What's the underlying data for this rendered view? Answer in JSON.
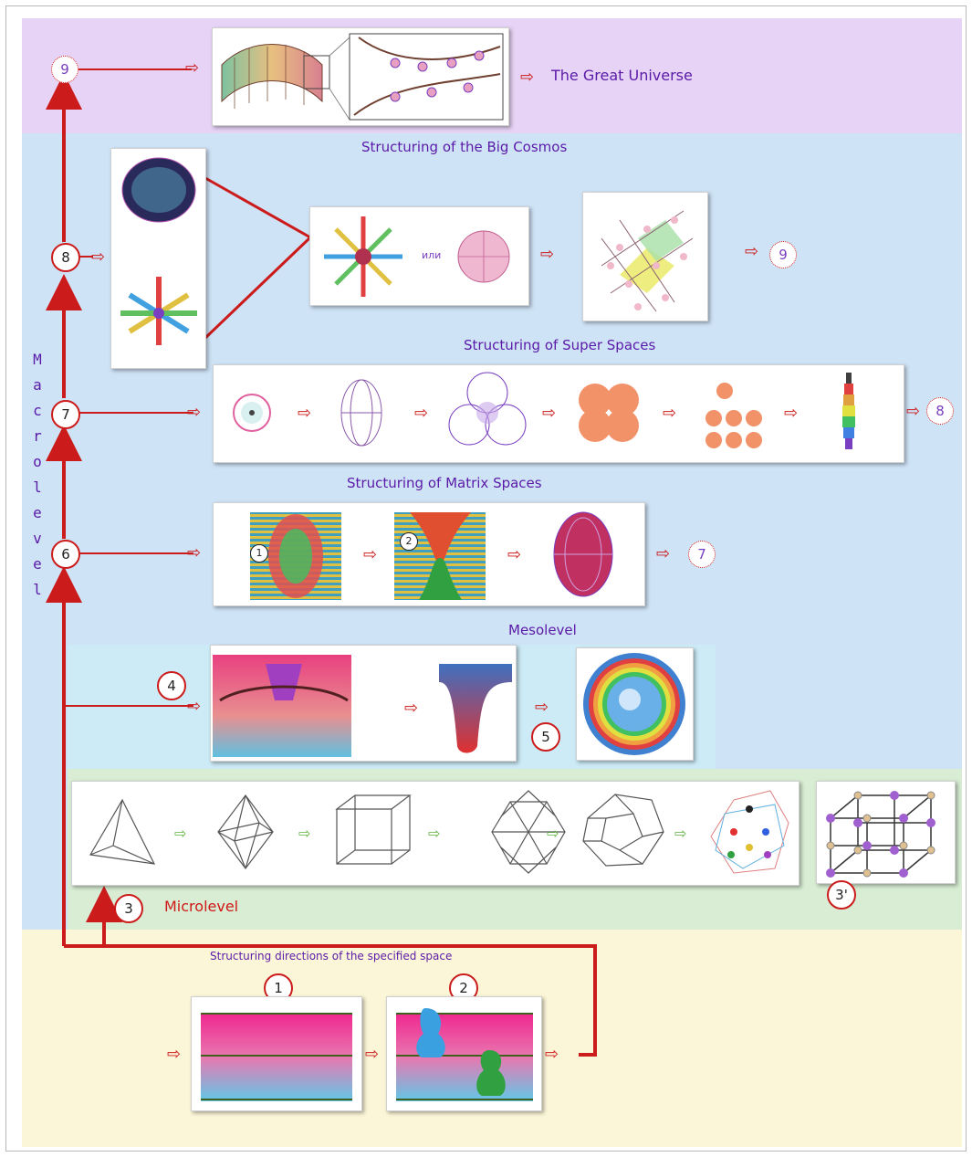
{
  "levels": {
    "great_universe": "The Great Universe",
    "big_cosmos": "Structuring of the Big Cosmos",
    "super_spaces": "Structuring of Super Spaces",
    "matrix_spaces": "Structuring of Matrix Spaces",
    "mesolevel": "Mesolevel",
    "microlevel": "Microlevel",
    "directions": "Structuring directions of the specified space",
    "macrolevel": "Macrolevel"
  },
  "or_word": "или",
  "nodes": {
    "n1": "1",
    "n2": "2",
    "n3": "3",
    "n3p": "3'",
    "n4": "4",
    "n5": "5",
    "n6": "6",
    "n7": "7",
    "n8": "8",
    "n9": "9"
  },
  "inset_markers": {
    "m1": "1",
    "m2": "2"
  },
  "colors": {
    "universe_band": "#e6d3f5",
    "cosmos_band": "#cfe3f7",
    "meso_band": "#cdebf7",
    "micro_band": "#d8edd3",
    "base_band": "#fcf6d8",
    "arrow_red": "#cc1b1b",
    "arrow_green": "#5fb33f",
    "label_purple": "#5a1aa8"
  }
}
